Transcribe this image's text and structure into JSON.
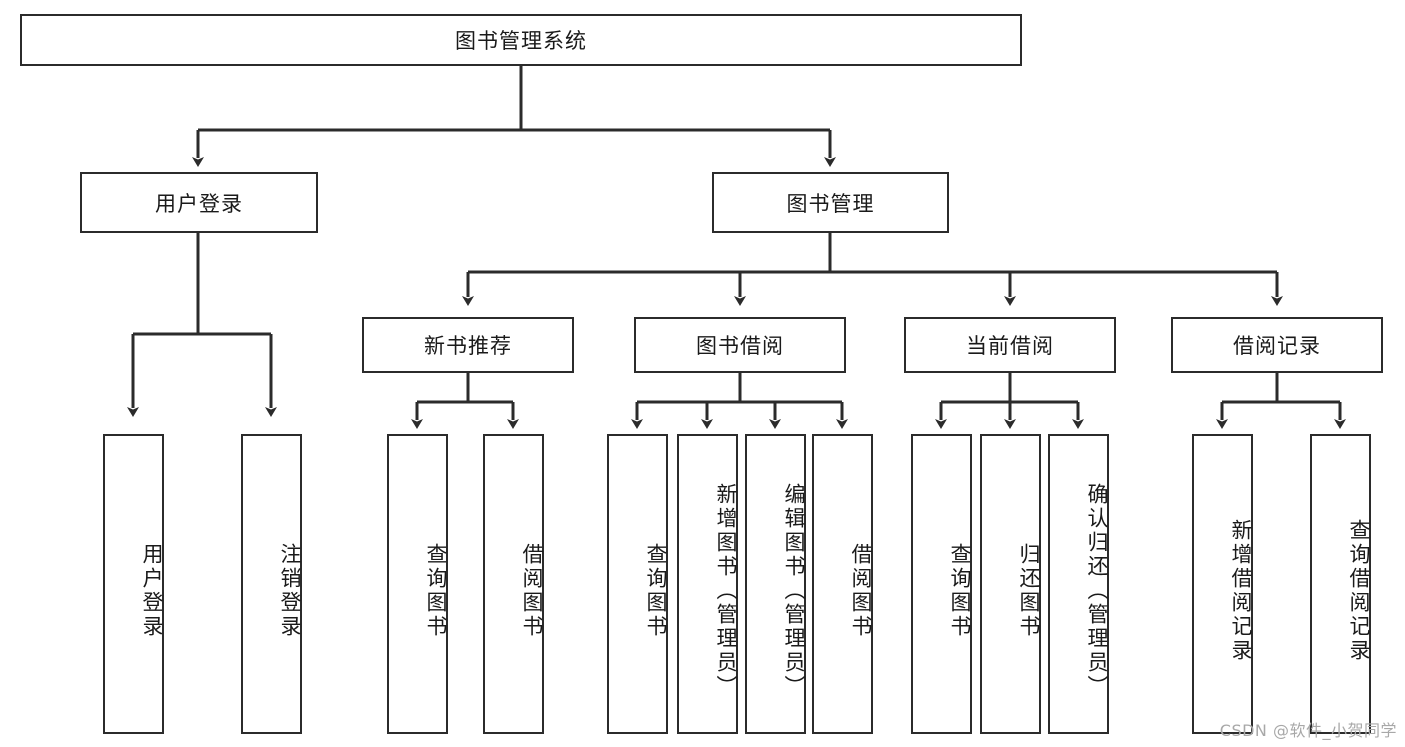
{
  "diagram": {
    "title": "图书管理系统",
    "watermark": "CSDN @软件_小贺同学",
    "colors": {
      "box_border": "#2b2b2b",
      "box_fill": "#ffffff",
      "connector": "#2b2b2b",
      "text": "#1a1a1a",
      "watermark": "#a8a8a8"
    },
    "root": {
      "label": "图书管理系统"
    },
    "level2": [
      {
        "label": "用户登录"
      },
      {
        "label": "图书管理"
      }
    ],
    "level3": [
      {
        "label": "新书推荐"
      },
      {
        "label": "图书借阅"
      },
      {
        "label": "当前借阅"
      },
      {
        "label": "借阅记录"
      }
    ],
    "leaves": {
      "user_login": [
        {
          "label": "用户登录"
        },
        {
          "label": "注销登录"
        }
      ],
      "new_book_recommend": [
        {
          "label": "查询图书"
        },
        {
          "label": "借阅图书"
        }
      ],
      "book_borrow": [
        {
          "label": "查询图书"
        },
        {
          "label": "新增图书（管理员）"
        },
        {
          "label": "编辑图书（管理员）"
        },
        {
          "label": "借阅图书"
        }
      ],
      "current_borrow": [
        {
          "label": "查询图书"
        },
        {
          "label": "归还图书"
        },
        {
          "label": "确认归还（管理员）"
        }
      ],
      "borrow_record": [
        {
          "label": "新增借阅记录"
        },
        {
          "label": "查询借阅记录"
        }
      ]
    }
  }
}
